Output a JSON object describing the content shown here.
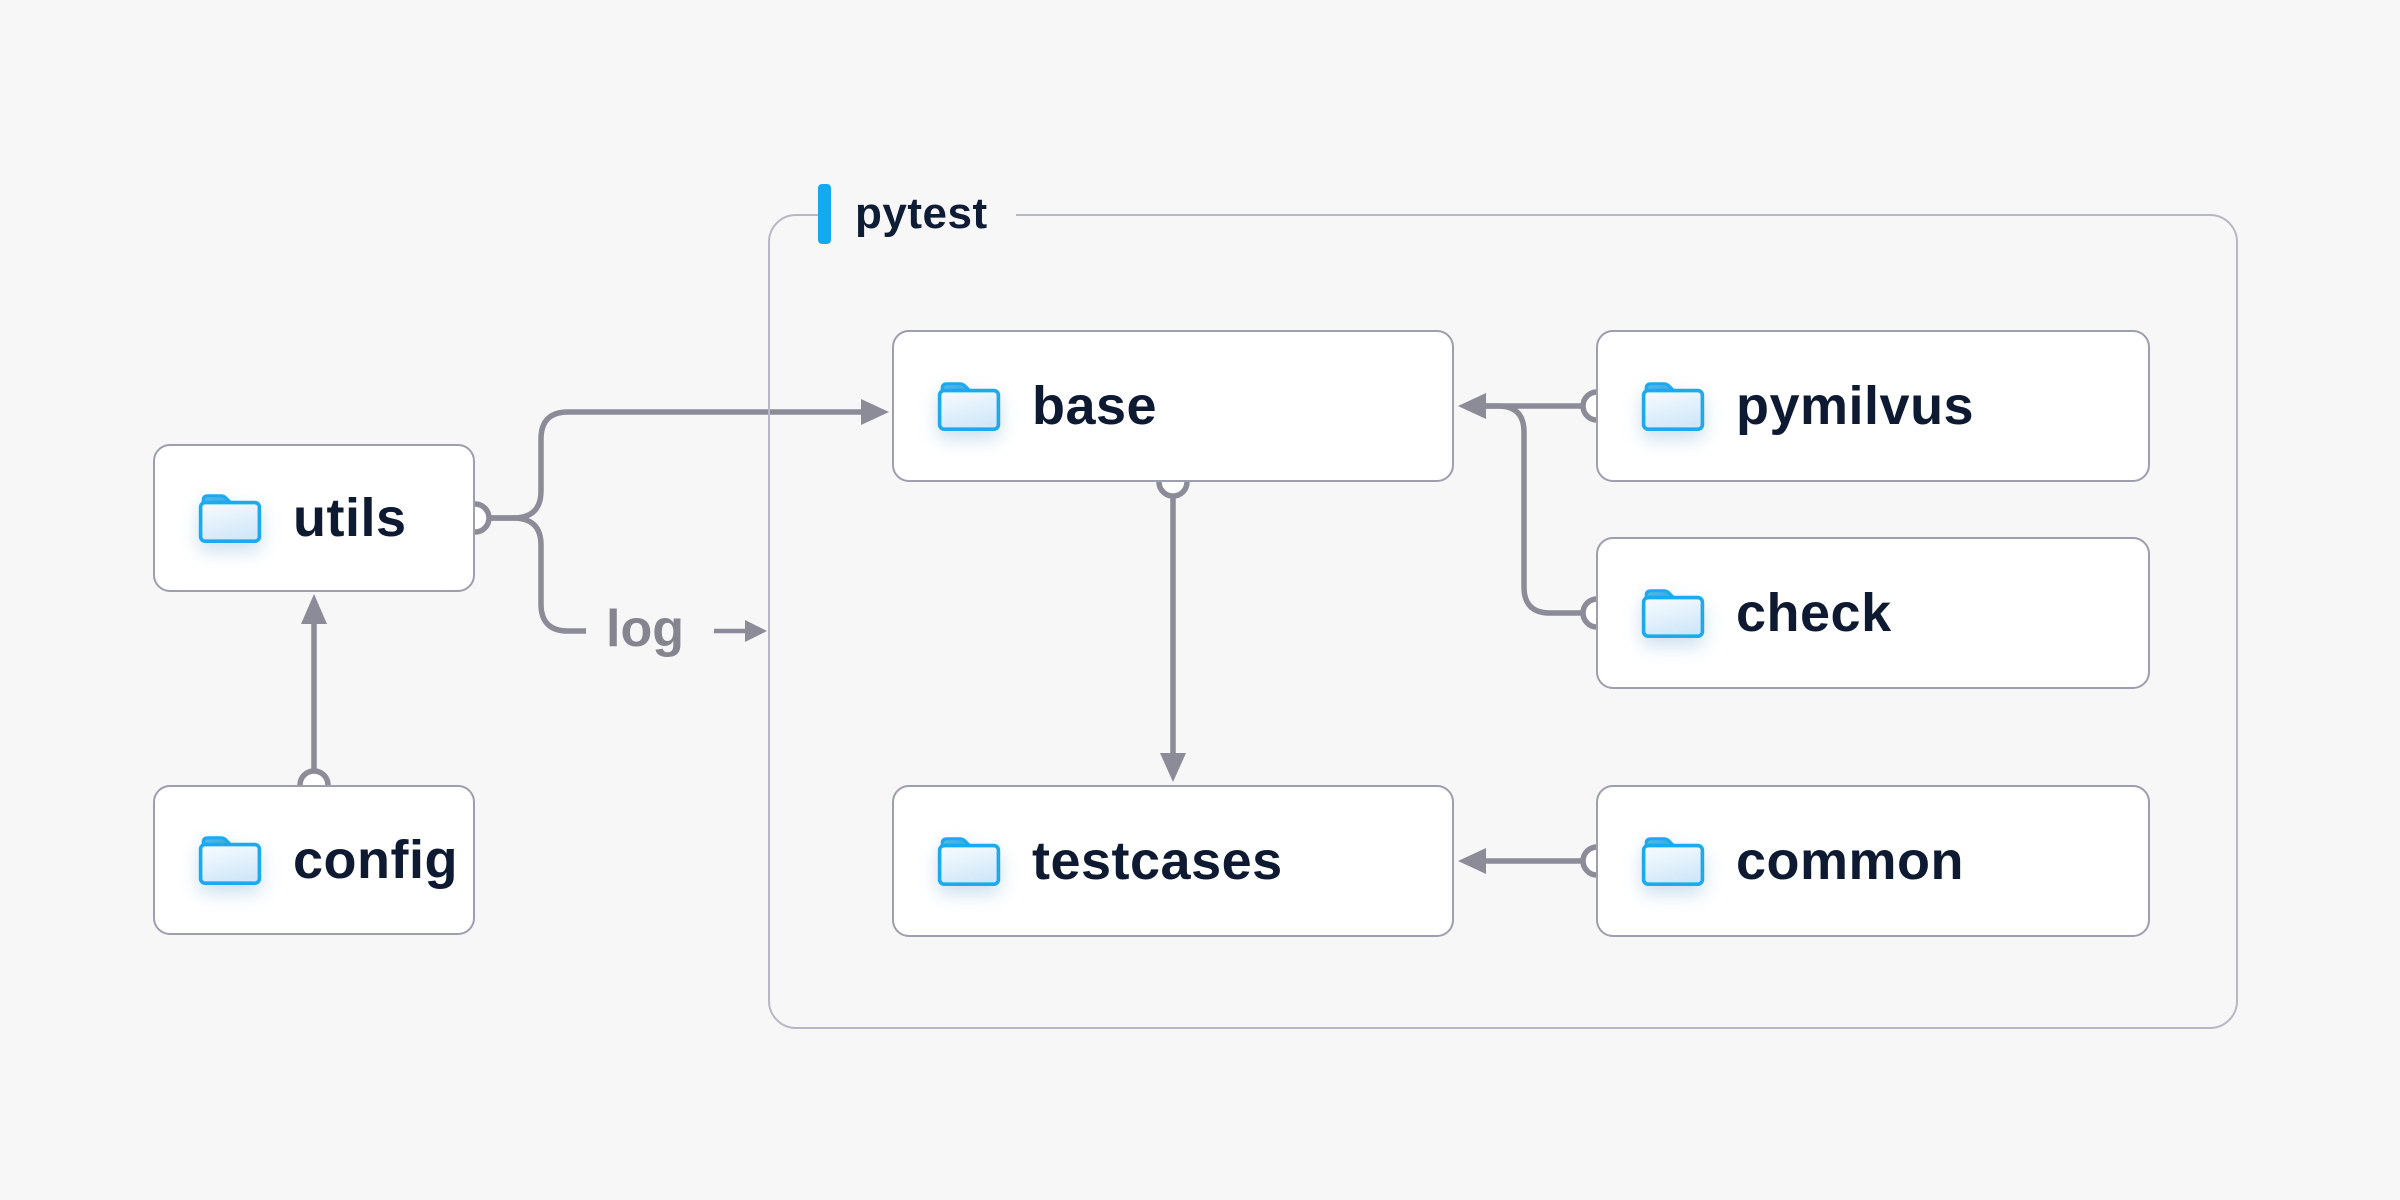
{
  "diagram": {
    "background_color": "#f7f7f8",
    "accent_color": "#14aaf2",
    "line_color": "#8b8c98",
    "node_text_color": "#0d1a32",
    "folder_icon_color": "#1ca9f0",
    "group": {
      "label": "pytest"
    },
    "nodes": {
      "utils": {
        "label": "utils",
        "icon": "folder-icon"
      },
      "config": {
        "label": "config",
        "icon": "folder-icon"
      },
      "base": {
        "label": "base",
        "icon": "folder-icon"
      },
      "pymilvus": {
        "label": "pymilvus",
        "icon": "folder-icon"
      },
      "check": {
        "label": "check",
        "icon": "folder-icon"
      },
      "testcases": {
        "label": "testcases",
        "icon": "folder-icon"
      },
      "common": {
        "label": "common",
        "icon": "folder-icon"
      }
    },
    "edge_labels": {
      "log": "log"
    },
    "edges": [
      {
        "from": "config",
        "to": "utils"
      },
      {
        "from": "utils",
        "to": "base"
      },
      {
        "from": "utils",
        "to": "log",
        "label": "log"
      },
      {
        "from": "pymilvus",
        "to": "base"
      },
      {
        "from": "check",
        "to": "base"
      },
      {
        "from": "base",
        "to": "testcases"
      },
      {
        "from": "common",
        "to": "testcases"
      }
    ]
  }
}
